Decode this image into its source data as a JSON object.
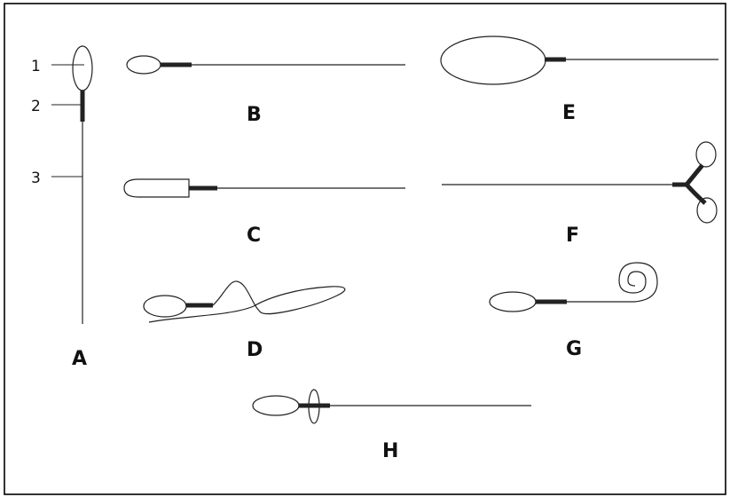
{
  "figure": {
    "colors": {
      "background": "#ffffff",
      "stroke": "#222222",
      "ink": "#111111"
    },
    "part_labels": [
      "1",
      "2",
      "3"
    ],
    "panels": [
      {
        "label": "A"
      },
      {
        "label": "B"
      },
      {
        "label": "C"
      },
      {
        "label": "D"
      },
      {
        "label": "E"
      },
      {
        "label": "F"
      },
      {
        "label": "G"
      },
      {
        "label": "H"
      }
    ]
  }
}
